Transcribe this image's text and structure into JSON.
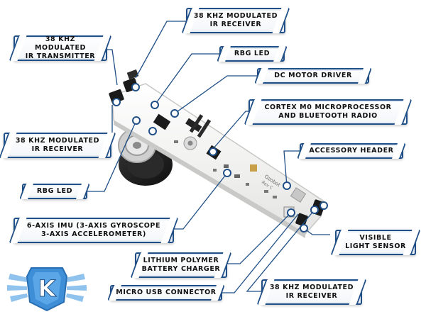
{
  "labels": {
    "ir_receiver_top": "38 KHZ MODULATED\nIR RECEIVER",
    "ir_transmitter": "38 KHZ MODULATED\nIR TRANSMITTER",
    "rgb_led_top": "RBG LED",
    "dc_motor_driver": "DC MOTOR DRIVER",
    "microprocessor": "CORTEX M0 MICROPROCESSOR\nAND BLUETOOTH RADIO",
    "ir_receiver_left": "38 KHZ MODULATED\nIR RECEIVER",
    "accessory_header": "ACCESSORY HEADER",
    "rgb_led_left": "RBG LED",
    "imu": "6-AXIS IMU (3-AXIS GYROSCOPE\n3-AXIS ACCELEROMETER)",
    "light_sensor": "VISIBLE\nLIGHT SENSOR",
    "battery_charger": "LITHIUM POLYMER\nBATTERY CHARGER",
    "micro_usb": "MICRO USB CONNECTOR",
    "ir_receiver_bottom": "38 KHZ MODULATED\nIR RECEIVER"
  },
  "board": {
    "silkscreen_1": "Ozobot",
    "silkscreen_2": "Rev C"
  },
  "logo": {
    "letter": "K"
  },
  "colors": {
    "callout_border": "#1f4f86",
    "leader_line": "#1f4f86",
    "pcb": "#f4f4f2",
    "logo_blue": "#3f8fd8"
  }
}
